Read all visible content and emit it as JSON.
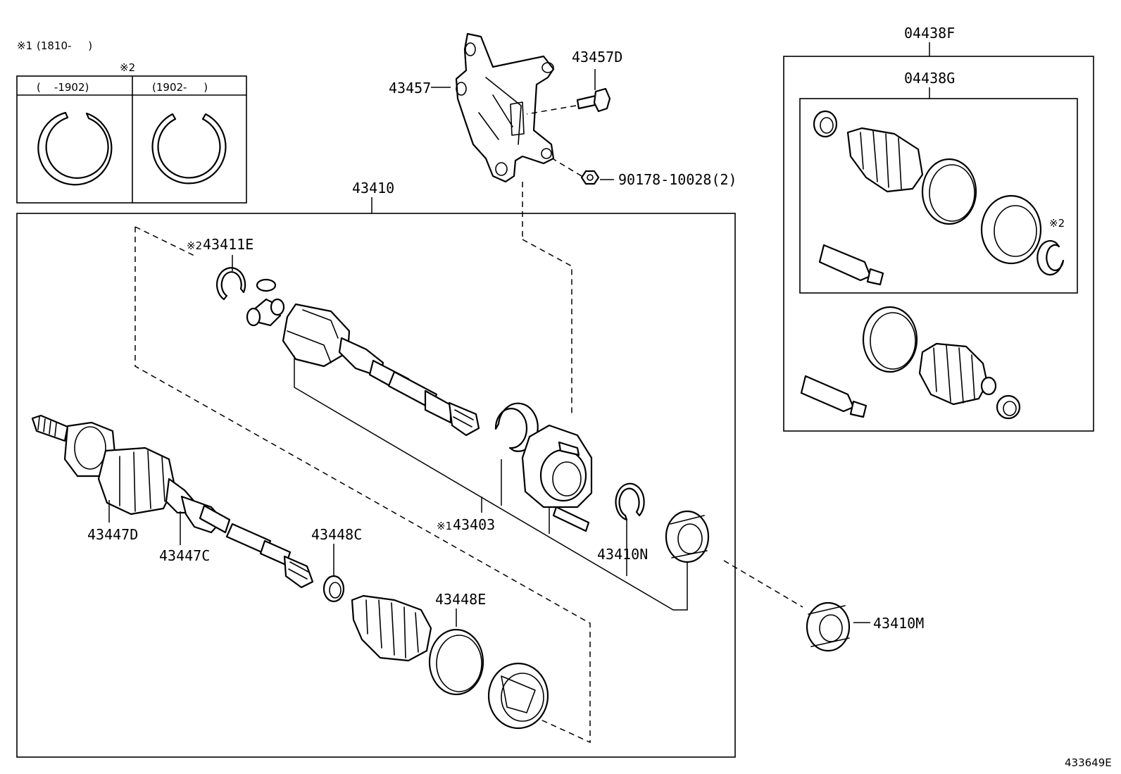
{
  "note_code_1": "※1",
  "note_range_1": "(1810-     )",
  "note_code_2": "※2",
  "variant_table": {
    "col1": "(    -1902)",
    "col2": "(1902-     )"
  },
  "callouts": {
    "p43457": "43457",
    "p43457d": "43457D",
    "p90178": "90178-10028(2)",
    "p43410": "43410",
    "p43411e_mark": "※2",
    "p43411e": "43411E",
    "p43403_mark": "※1",
    "p43403": "43403",
    "p43410n": "43410N",
    "p43410m": "43410M",
    "p43447d": "43447D",
    "p43447c": "43447C",
    "p43448c": "43448C",
    "p43448e": "43448E",
    "p04438f": "04438F",
    "p04438g": "04438G",
    "kit_mark": "※2"
  },
  "figure_id": "433649E"
}
